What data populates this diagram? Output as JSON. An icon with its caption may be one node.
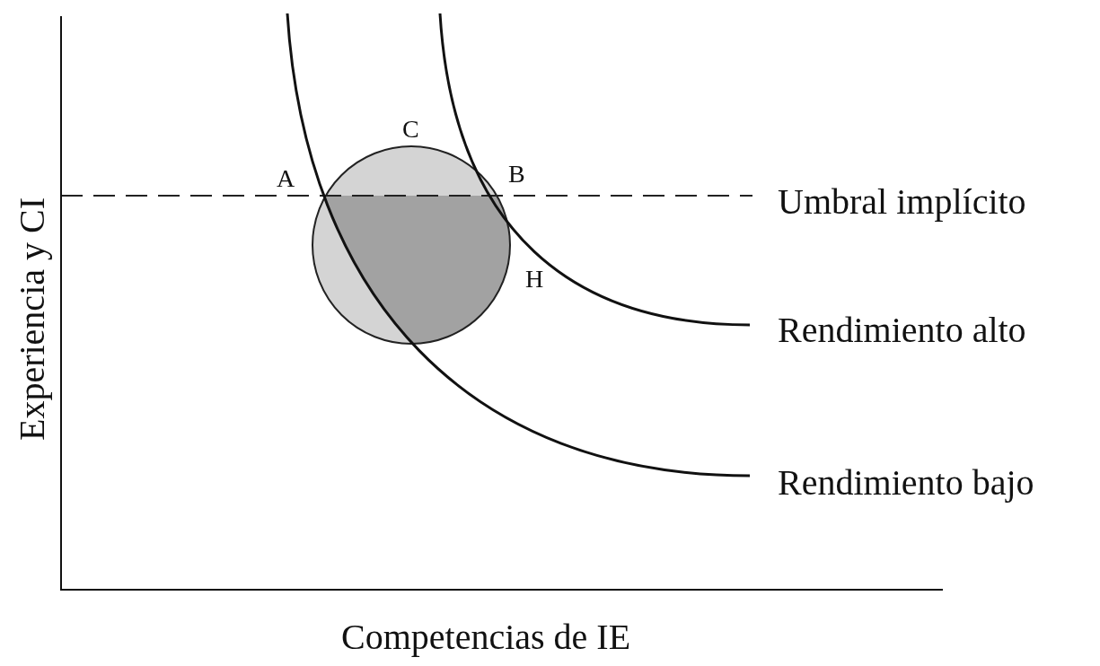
{
  "diagram": {
    "labels": [
      "Experiencia y CI",
      "C",
      "A",
      "B",
      "Umbral implícito",
      "H",
      "Rendimiento alto",
      "Rendimiento bajo",
      "Competencias de IE"
    ]
  }
}
